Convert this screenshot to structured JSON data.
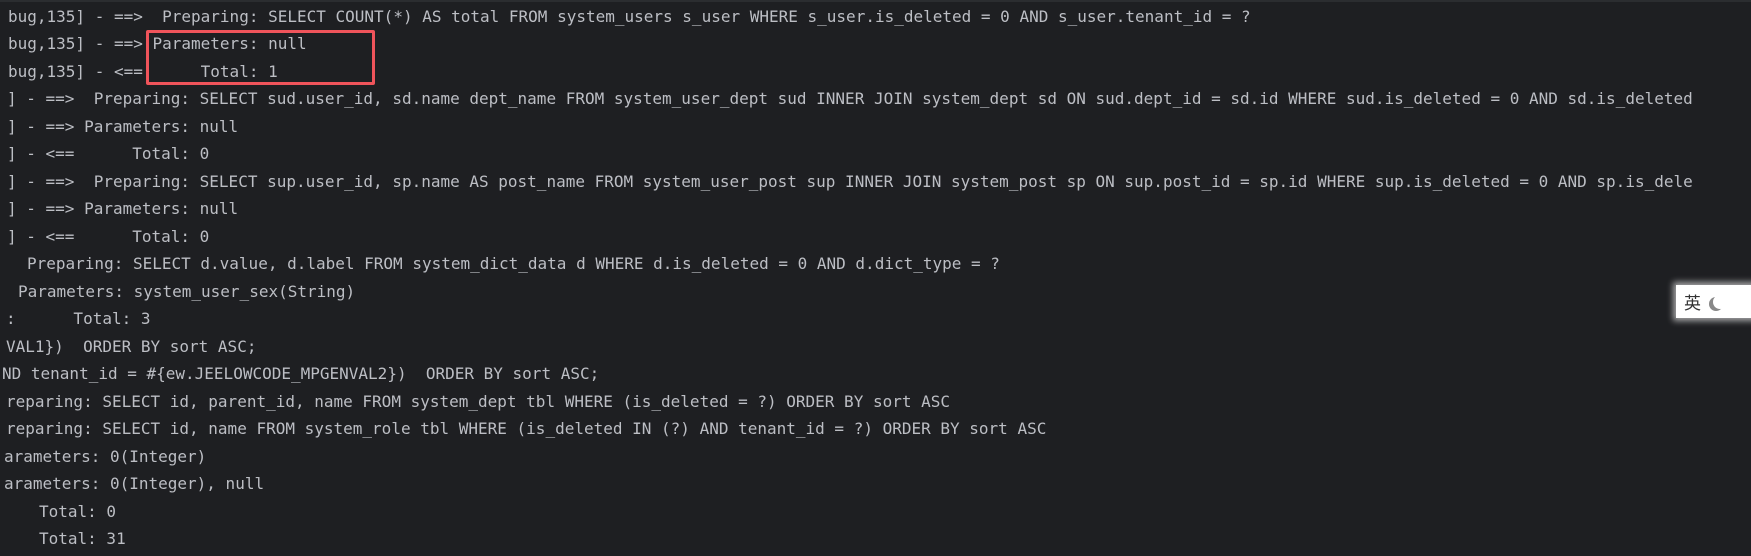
{
  "console": {
    "lines": [
      "bug,135] - ==>  Preparing: SELECT COUNT(*) AS total FROM system_users s_user WHERE s_user.is_deleted = 0 AND s_user.tenant_id = ?",
      "bug,135] - ==> Parameters: null",
      "bug,135] - <==      Total: 1",
      "] - ==>  Preparing: SELECT sud.user_id, sd.name dept_name FROM system_user_dept sud INNER JOIN system_dept sd ON sud.dept_id = sd.id WHERE sud.is_deleted = 0 AND sd.is_deleted",
      "] - ==> Parameters: null",
      "] - <==      Total: 0",
      "] - ==>  Preparing: SELECT sup.user_id, sp.name AS post_name FROM system_user_post sup INNER JOIN system_post sp ON sup.post_id = sp.id WHERE sup.is_deleted = 0 AND sp.is_dele",
      "] - ==> Parameters: null",
      "] - <==      Total: 0",
      "Preparing: SELECT d.value, d.label FROM system_dict_data d WHERE d.is_deleted = 0 AND d.dict_type = ?",
      "Parameters: system_user_sex(String)",
      ":      Total: 3",
      "VAL1})  ORDER BY sort ASC;",
      "ND tenant_id = #{ew.JEELOWCODE_MPGENVAL2})  ORDER BY sort ASC;",
      "reparing: SELECT id, parent_id, name FROM system_dept tbl WHERE (is_deleted = ?) ORDER BY sort ASC",
      "reparing: SELECT id, name FROM system_role tbl WHERE (is_deleted IN (?) AND tenant_id = ?) ORDER BY sort ASC",
      "arameters: 0(Integer)",
      "arameters: 0(Integer), null",
      "Total: 0",
      "Total: 31"
    ]
  },
  "ime": {
    "mode_label": "英"
  },
  "colors": {
    "background": "#1e1f22",
    "text": "#bcbec4",
    "highlight": "#f0545b"
  }
}
